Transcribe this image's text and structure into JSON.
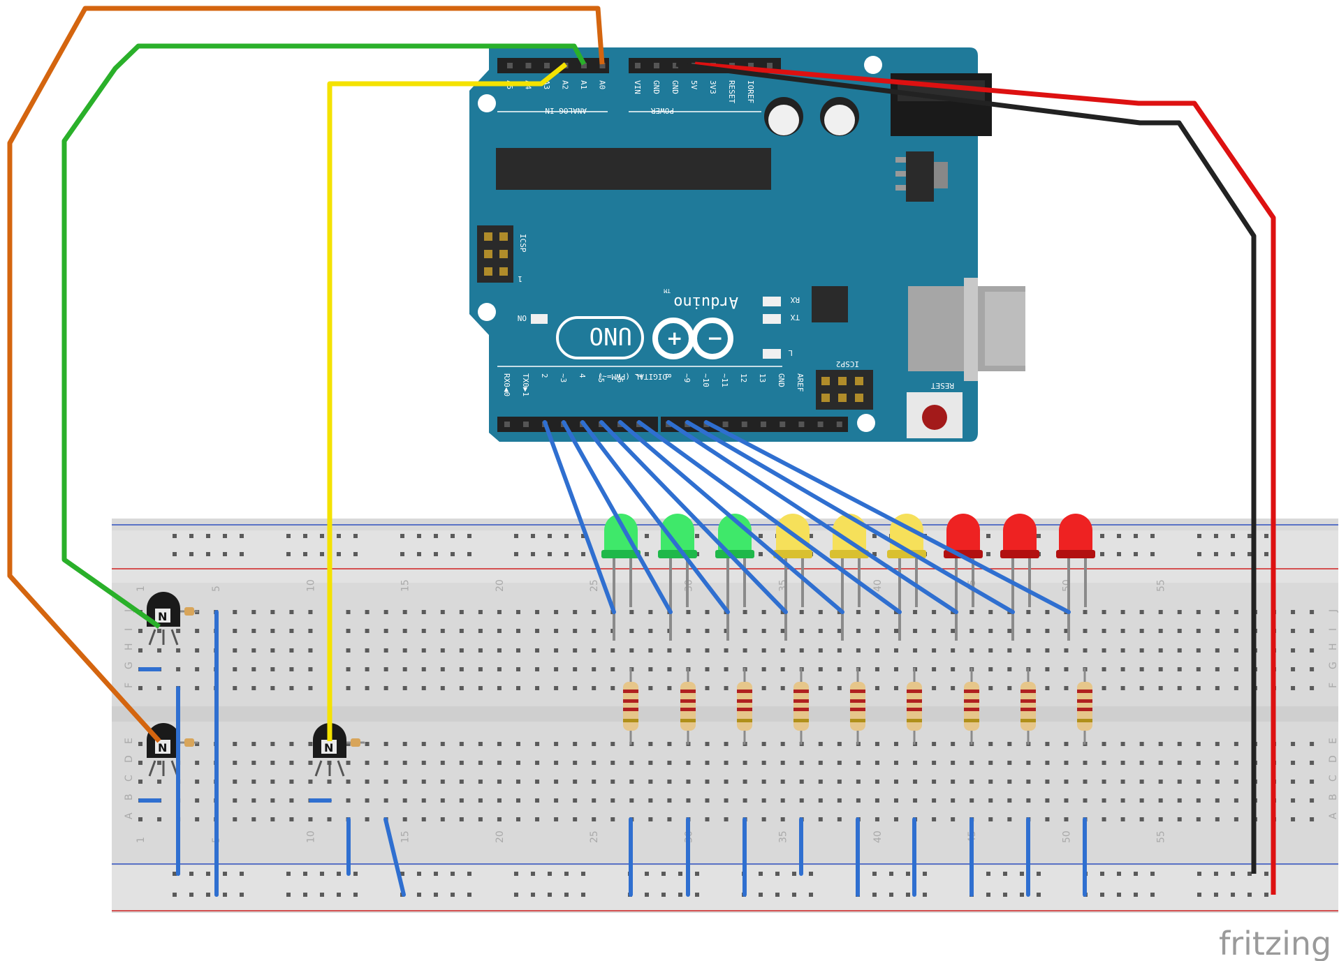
{
  "arduino": {
    "brand": "Arduino",
    "tm": "TM",
    "model": "UNO",
    "analog_section": "ANALOG IN",
    "power_section": "POWER",
    "digital_section": "DIGITAL (PWM=~)",
    "icsp": "ICSP",
    "icsp2": "ICSP2",
    "icsp_pin1": "1",
    "reset_label": "RESET",
    "on_label": "ON",
    "rx_label": "RX",
    "tx_label": "TX",
    "l_label": "L",
    "analog_pins": [
      "A5",
      "A4",
      "A3",
      "A2",
      "A1",
      "A0"
    ],
    "power_pins": [
      "VIN",
      "GND",
      "GND",
      "5V",
      "3V3",
      "RESET",
      "IOREF"
    ],
    "digital_pins": [
      "RX0◀0",
      "TX0▶1",
      "2",
      "~3",
      "4",
      "~5",
      "~6",
      "7",
      "8",
      "~9",
      "~10",
      "~11",
      "12",
      "13",
      "GND",
      "AREF"
    ]
  },
  "breadboard": {
    "column_numbers": [
      "1",
      "5",
      "10",
      "15",
      "20",
      "25",
      "30",
      "35",
      "40",
      "45",
      "50",
      "55"
    ],
    "top_row_letters": [
      "J",
      "I",
      "H",
      "G",
      "F"
    ],
    "bottom_row_letters": [
      "E",
      "D",
      "C",
      "B",
      "A"
    ]
  },
  "leds": [
    {
      "color": "green"
    },
    {
      "color": "green"
    },
    {
      "color": "green"
    },
    {
      "color": "yellow"
    },
    {
      "color": "yellow"
    },
    {
      "color": "yellow"
    },
    {
      "color": "red"
    },
    {
      "color": "red"
    },
    {
      "color": "red"
    }
  ],
  "sensors": [
    {
      "type": "transistor",
      "marking": "N"
    },
    {
      "type": "transistor",
      "marking": "N"
    },
    {
      "type": "transistor",
      "marking": "N"
    }
  ],
  "wires": [
    {
      "color": "orange",
      "from": "A0",
      "to": "sensor-1"
    },
    {
      "color": "green",
      "from": "A1",
      "to": "sensor-0"
    },
    {
      "color": "yellow",
      "from": "A2",
      "to": "sensor-2"
    },
    {
      "color": "red",
      "from": "5V",
      "to": "power-rail"
    },
    {
      "color": "black",
      "from": "GND",
      "to": "ground-rail"
    },
    {
      "color": "blue",
      "from": "D2-D10",
      "to": "leds"
    }
  ],
  "colors": {
    "board": "#1f7a9a",
    "breadboard": "#dcdcdc",
    "wire_blue": "#2f6fd0",
    "wire_orange": "#e06a10",
    "wire_green": "#2ab02a",
    "wire_yellow": "#f4e200",
    "wire_red": "#d11",
    "wire_black": "#222",
    "led_green": "#3fe86a",
    "led_yellow": "#f6e05a",
    "led_red": "#ee2222"
  },
  "watermark": "fritzing"
}
